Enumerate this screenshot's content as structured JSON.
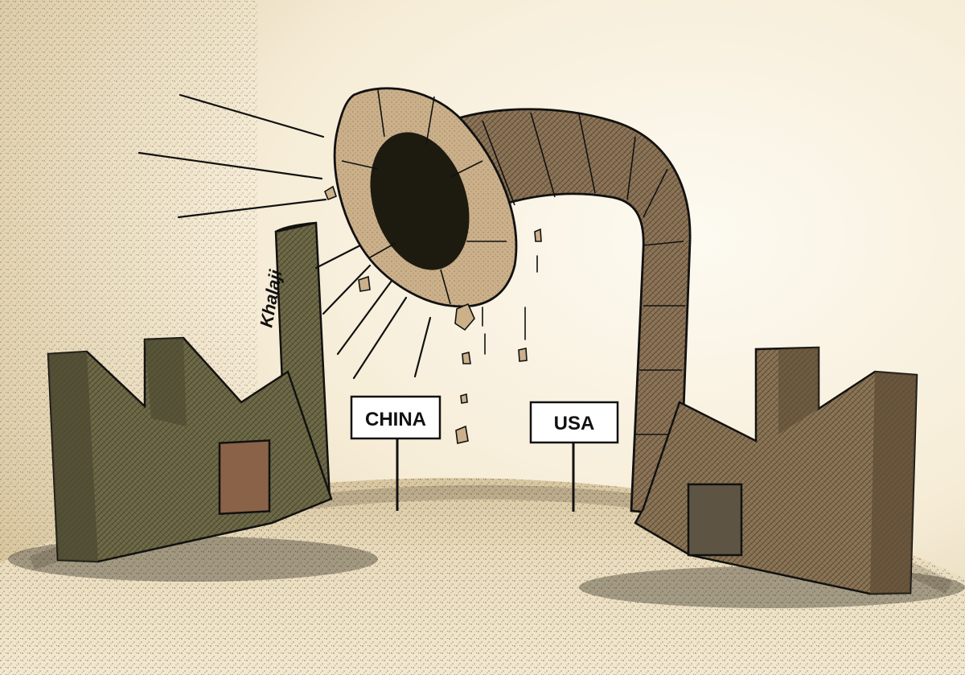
{
  "signs": {
    "left": "CHINA",
    "right": "USA"
  },
  "signature": "Khalaji",
  "colors": {
    "paper": "#fbf6ea",
    "ground_stipple": "#2a2418",
    "china_factory": "#6e6a47",
    "china_door": "#8a6248",
    "usa_factory": "#8b7455",
    "usa_door": "#5e5444",
    "pipe_tan": "#cbb08a",
    "pipe_body": "#8d7457",
    "ink": "#111111"
  }
}
